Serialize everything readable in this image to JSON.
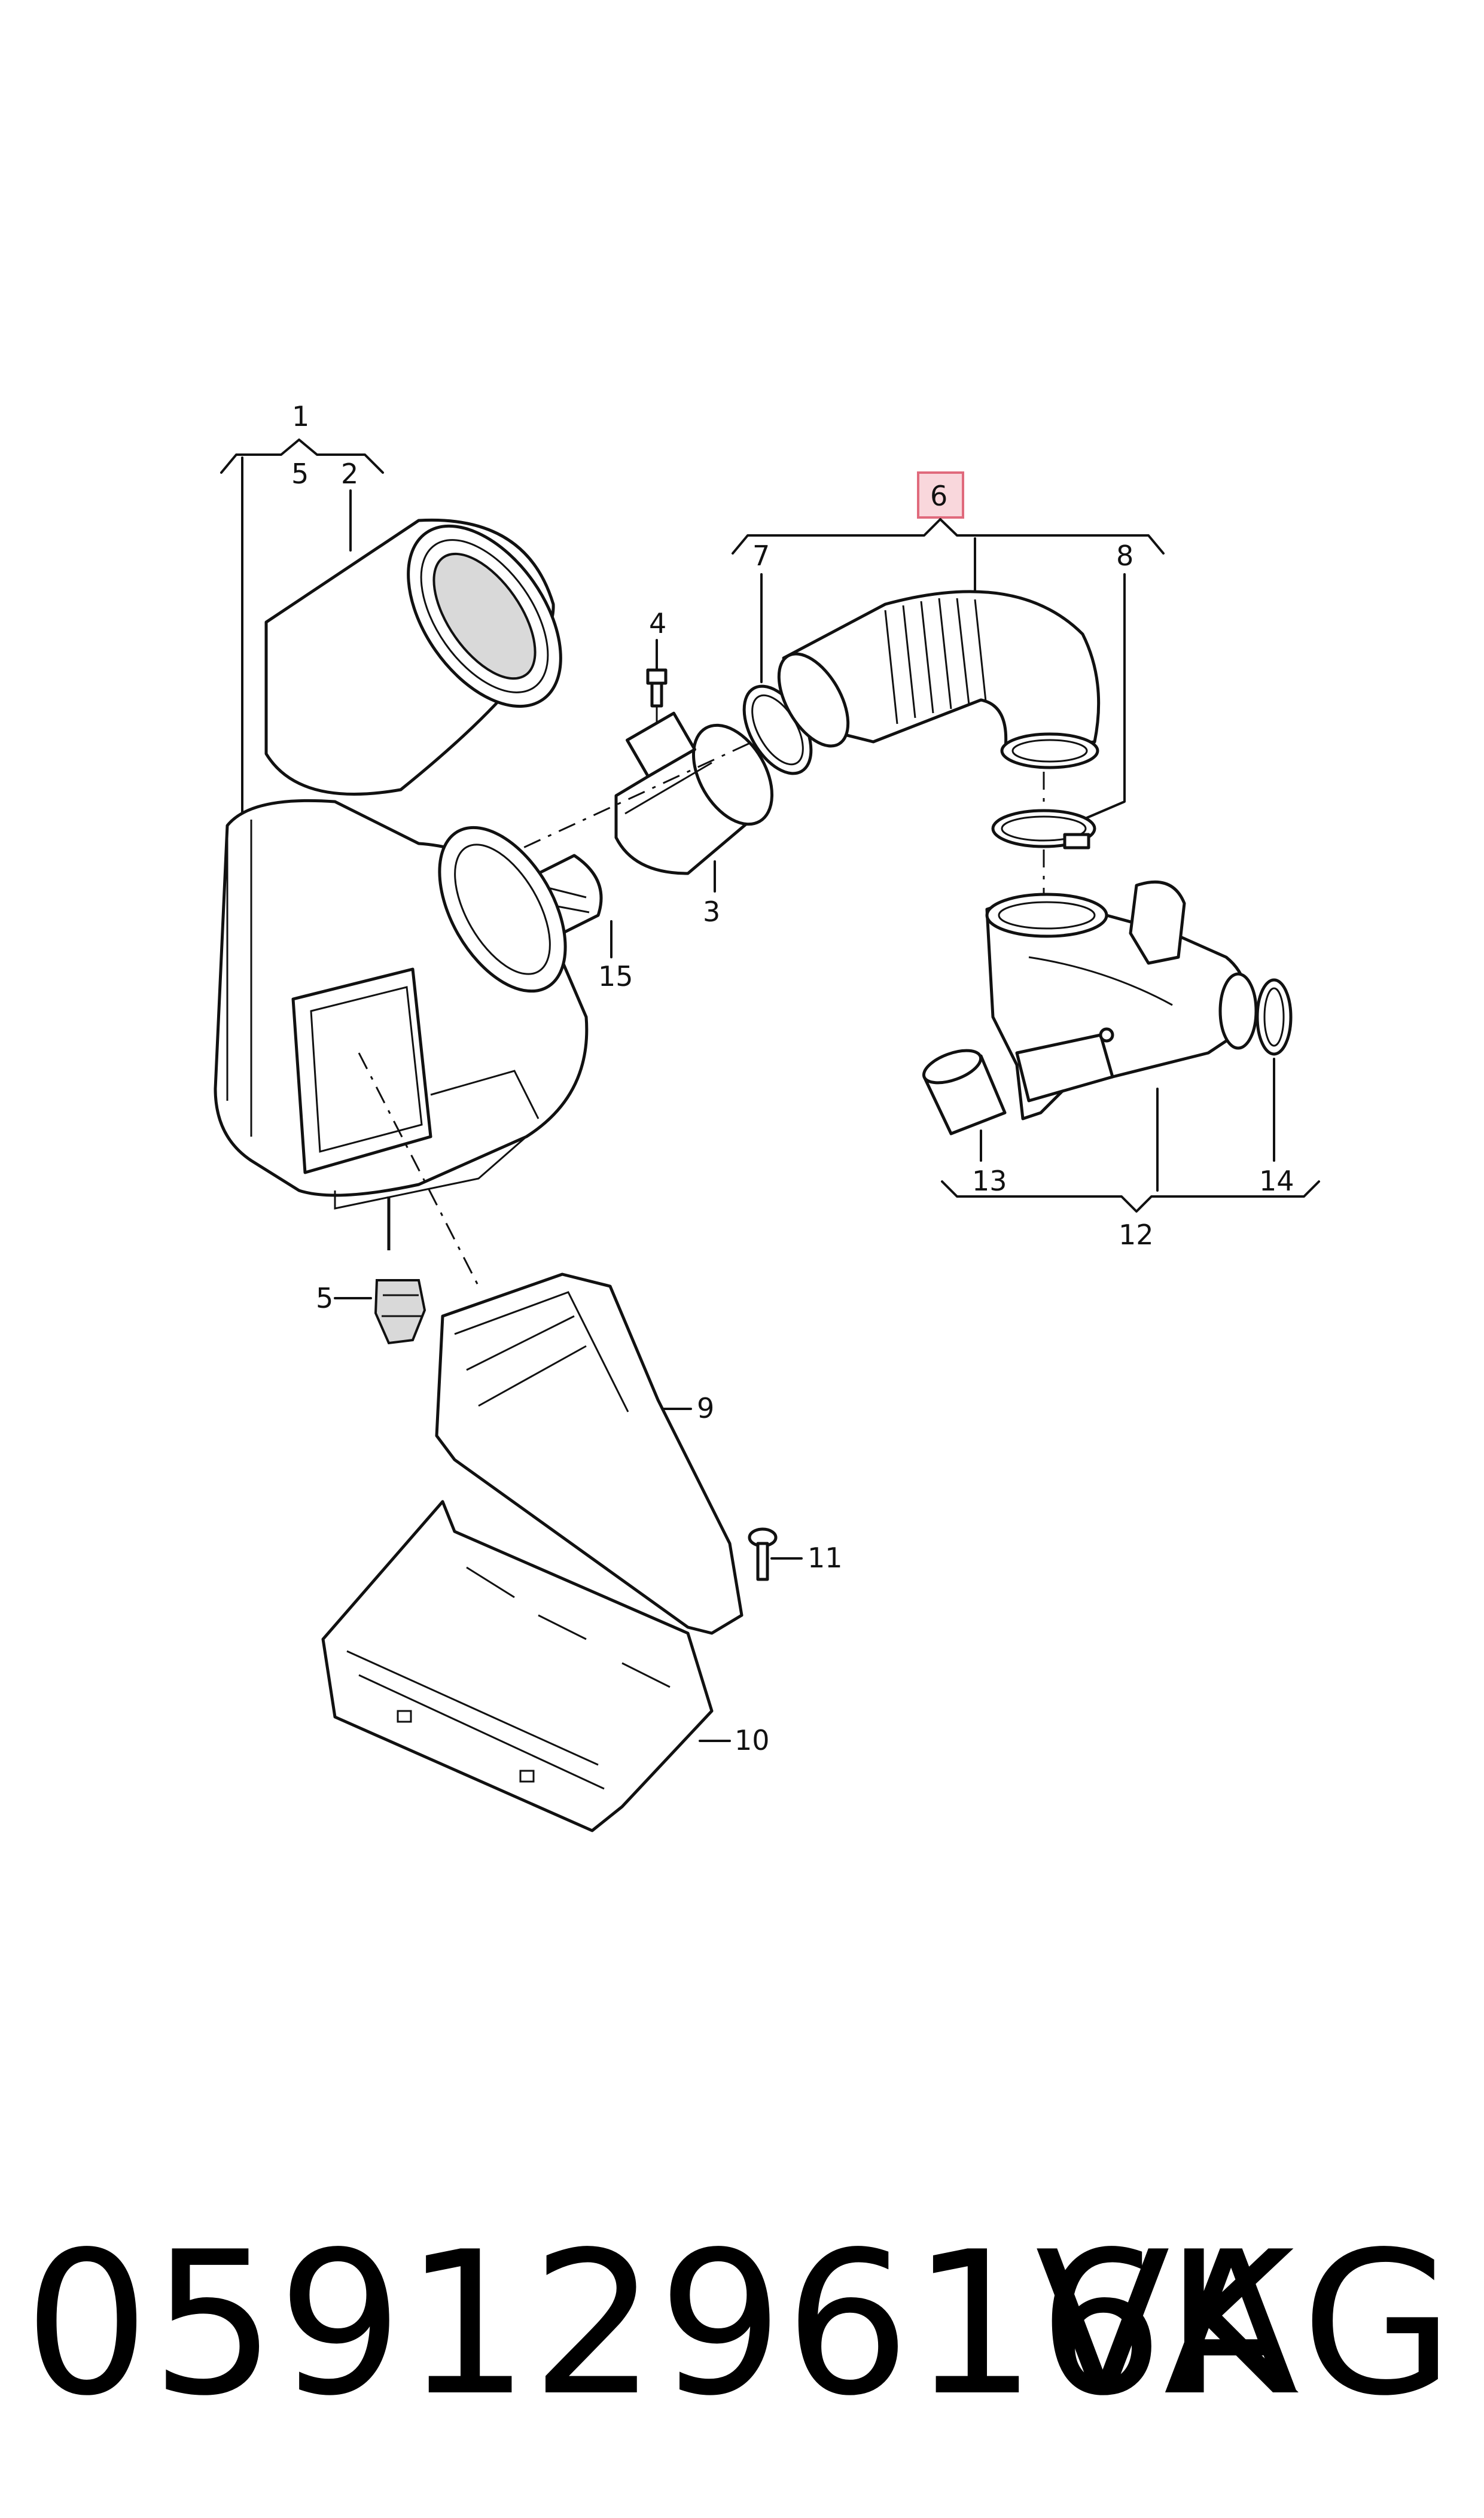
{
  "callouts": {
    "c1": "1",
    "c2": "2",
    "c3": "3",
    "c4": "4",
    "c5a": "5",
    "c5b": "5",
    "c6": "6",
    "c7": "7",
    "c8": "8",
    "c9": "9",
    "c10": "10",
    "c11": "11",
    "c12": "12",
    "c13": "13",
    "c14": "14",
    "c15": "15"
  },
  "highlight": {
    "callout": "6",
    "fill": "#f9d7dc",
    "stroke": "#e06a7c"
  },
  "footer": {
    "part_number": "059129616K",
    "brand": "VAG"
  }
}
